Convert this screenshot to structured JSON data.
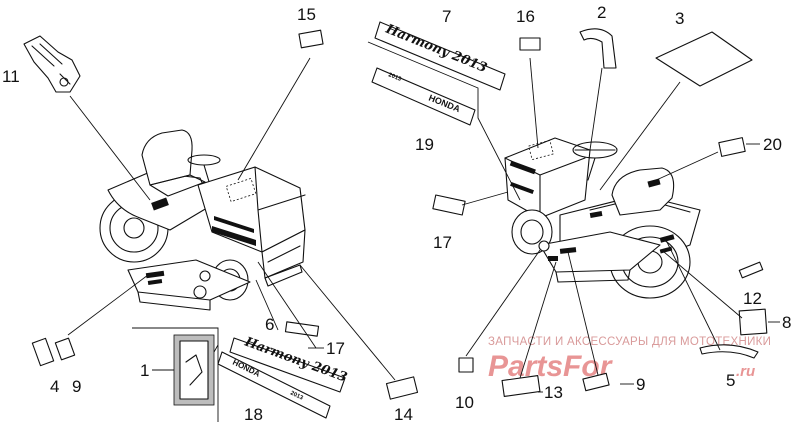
{
  "diagram": {
    "callouts": [
      {
        "id": "c1",
        "text": "1"
      },
      {
        "id": "c2",
        "text": "2"
      },
      {
        "id": "c3",
        "text": "3"
      },
      {
        "id": "c4",
        "text": "4"
      },
      {
        "id": "c5",
        "text": "5"
      },
      {
        "id": "c6",
        "text": "6"
      },
      {
        "id": "c7",
        "text": "7"
      },
      {
        "id": "c8",
        "text": "8"
      },
      {
        "id": "c9a",
        "text": "9"
      },
      {
        "id": "c9b",
        "text": "9"
      },
      {
        "id": "c10",
        "text": "10"
      },
      {
        "id": "c11",
        "text": "11"
      },
      {
        "id": "c12",
        "text": "12"
      },
      {
        "id": "c13",
        "text": "13"
      },
      {
        "id": "c14",
        "text": "14"
      },
      {
        "id": "c15",
        "text": "15"
      },
      {
        "id": "c16",
        "text": "16"
      },
      {
        "id": "c17a",
        "text": "17"
      },
      {
        "id": "c17b",
        "text": "17"
      },
      {
        "id": "c18",
        "text": "18"
      },
      {
        "id": "c19",
        "text": "19"
      },
      {
        "id": "c20",
        "text": "20"
      }
    ],
    "decals": {
      "harmony_small": "Harmony 2013",
      "harmony_large": "Harmony 2013",
      "honda_small": "HONDA",
      "honda_large": "HONDA",
      "model_code_small": "2013",
      "model_code_large": "2013"
    },
    "watermark": {
      "caption": "ЗАПЧАСТИ И АКСЕССУАРЫ ДЛЯ МОТОТЕХНИКИ",
      "logo_main": "PartsFor",
      "logo_suffix": ".ru"
    }
  }
}
